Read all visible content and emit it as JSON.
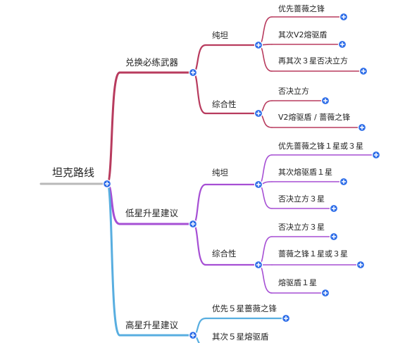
{
  "root": {
    "label": "坦克路线"
  },
  "colors": {
    "root_line": "#b9b9b9",
    "branch_red": "#b83b5e",
    "branch_purple": "#a64fd4",
    "branch_blue": "#58aee0",
    "expand_button": "#2f6ee8"
  },
  "icons": {
    "expand": "plus-circle-icon"
  },
  "branches": [
    {
      "label": "兑换必练武器",
      "children": [
        {
          "label": "纯坦",
          "children": [
            "优先蔷薇之锋",
            "其次V2熔驱盾",
            "再其次３星否决立方"
          ]
        },
        {
          "label": "综合性",
          "children": [
            "否决立方",
            "V2熔驱盾 / 蔷薇之锋"
          ]
        }
      ]
    },
    {
      "label": "低星升星建议",
      "children": [
        {
          "label": "纯坦",
          "children": [
            "优先蔷薇之锋１星或３星",
            "其次熔驱盾１星",
            "否决立方３星"
          ]
        },
        {
          "label": "综合性",
          "children": [
            "否决立方３星",
            "蔷薇之锋１星或３星",
            "熔驱盾１星"
          ]
        }
      ]
    },
    {
      "label": "高星升星建议",
      "children": [
        {
          "label": "优先５星蔷薇之锋",
          "children": []
        },
        {
          "label": "其次５星熔驱盾",
          "children": []
        }
      ]
    }
  ]
}
